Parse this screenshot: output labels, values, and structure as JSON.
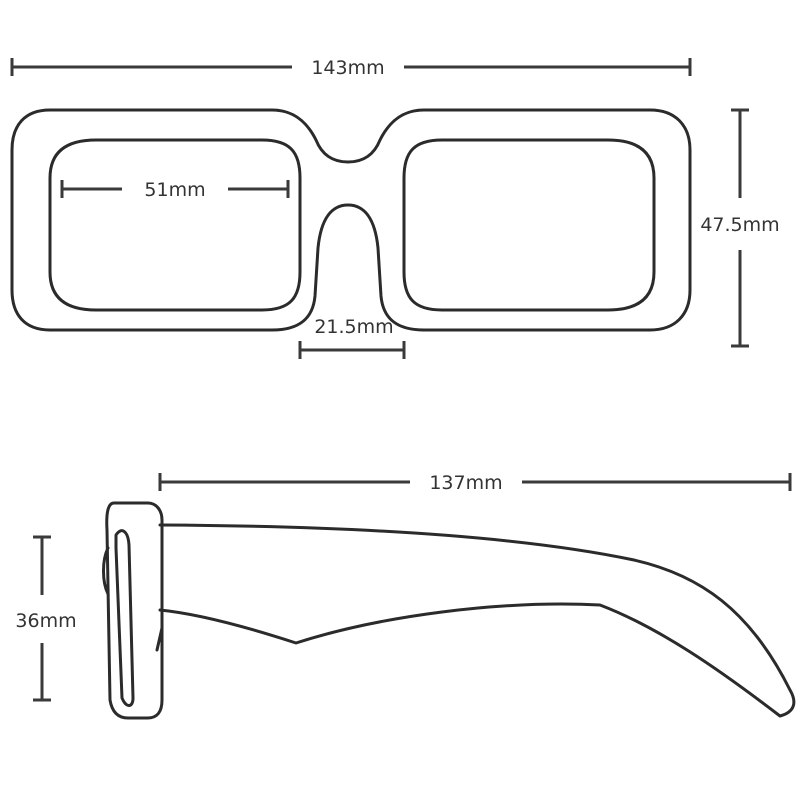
{
  "diagram": {
    "front_view": {
      "total_width_label": "143mm",
      "lens_width_label": "51mm",
      "lens_height_label": "47.5mm",
      "bridge_label": "21.5mm"
    },
    "side_view": {
      "temple_length_label": "137mm",
      "frame_depth_label": "36mm"
    }
  },
  "colors": {
    "line": "#2b2b2b",
    "background": "#ffffff"
  }
}
